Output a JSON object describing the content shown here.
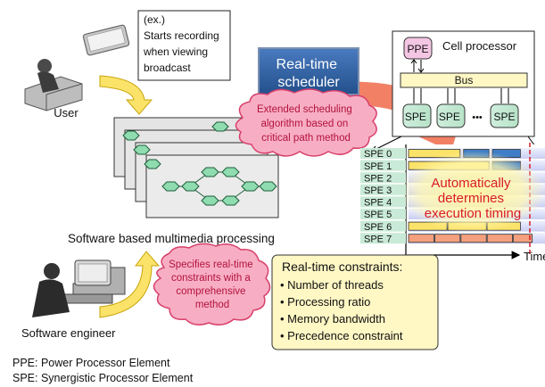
{
  "example_note": {
    "lines": [
      "(ex.)",
      "Starts recording",
      "when viewing",
      "broadcast"
    ]
  },
  "user": {
    "label": "User"
  },
  "scheduler": {
    "lines": [
      "Real-time",
      "scheduler"
    ]
  },
  "scheduling_bubble": {
    "lines": [
      "Extended scheduling",
      "algorithm based on",
      "critical path method"
    ]
  },
  "multimedia": {
    "label": "Software based multimedia processing"
  },
  "cell_processor": {
    "title": "Cell processor",
    "ppe_label": "PPE",
    "bus_label": "Bus",
    "spe_labels": [
      "SPE",
      "SPE",
      "SPE"
    ],
    "ellipsis": "•••"
  },
  "timeline": {
    "rows": [
      "SPE 0",
      "SPE 1",
      "SPE 2",
      "SPE 3",
      "SPE 4",
      "SPE 5",
      "SPE 6",
      "SPE 7"
    ],
    "time_label": "Time",
    "overlay_lines": [
      "Automatically",
      "determines",
      "execution timing"
    ]
  },
  "engineer": {
    "label": "Software engineer"
  },
  "specifies_bubble": {
    "lines": [
      "Specifies real-time",
      "constraints with a",
      "comprehensive",
      "method"
    ]
  },
  "constraints": {
    "title": "Real-time constraints:",
    "items": [
      "Number of threads",
      "Processing ratio",
      "Memory bandwidth",
      "Precedence constraint"
    ]
  },
  "footnotes": {
    "ppe": "PPE: Power Processor Element",
    "spe": "SPE: Synergistic Processor Element"
  },
  "colors": {
    "scheduler_blue": "#2f5e9e",
    "arrow_orange": "#ef6a4a",
    "bubble_pink": "#f7aec4",
    "bubble_border": "#d8406b",
    "overlay_text_red": "#d81b2a",
    "spe_green": "#cfeedd",
    "ppe_pink": "#f4c6e3",
    "constraint_box": "#fff7c4",
    "row_yellow": "#fbe36a",
    "row_salmon": "#f4a07e",
    "row_blue": "#3f7dc6"
  }
}
